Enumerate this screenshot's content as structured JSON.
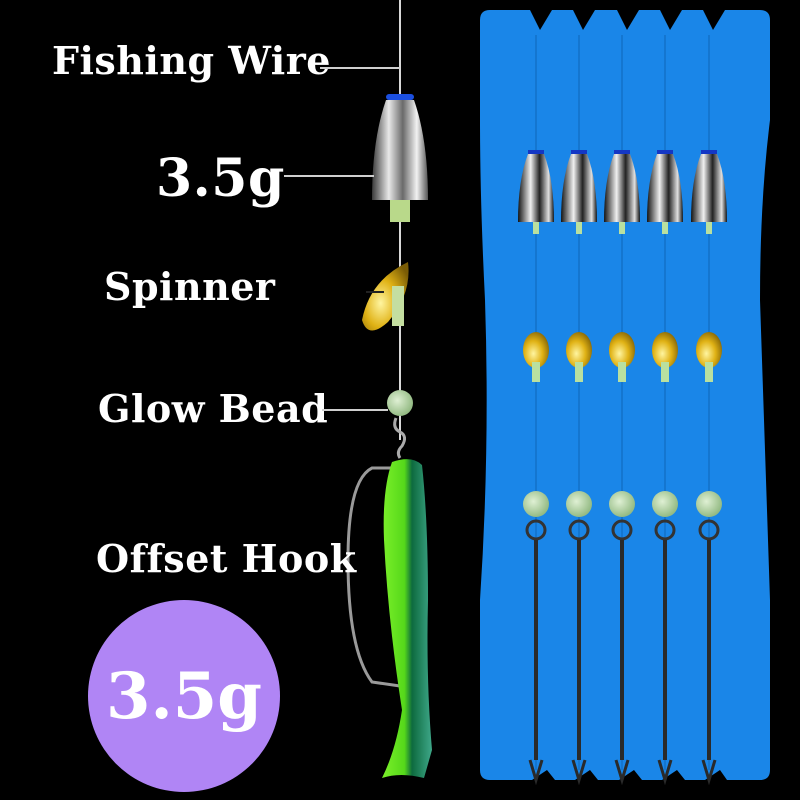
{
  "labels": {
    "fishing_wire": "Fishing Wire",
    "weight": "3.5g",
    "spinner": "Spinner",
    "glow_bead": "Glow Bead",
    "offset_hook": "Offset Hook"
  },
  "badge": {
    "text": "3.5g",
    "color": "#b085f5"
  },
  "card": {
    "color": "#1a86e8",
    "rig_count": 5
  },
  "colors": {
    "background": "#000000",
    "lure_green": "#5ee81a",
    "lure_dark": "#0c6b4a",
    "spinner_gold": "#e0b215",
    "bead_glow": "#b7d9a8",
    "weight_silver": "#c8c8c8"
  }
}
